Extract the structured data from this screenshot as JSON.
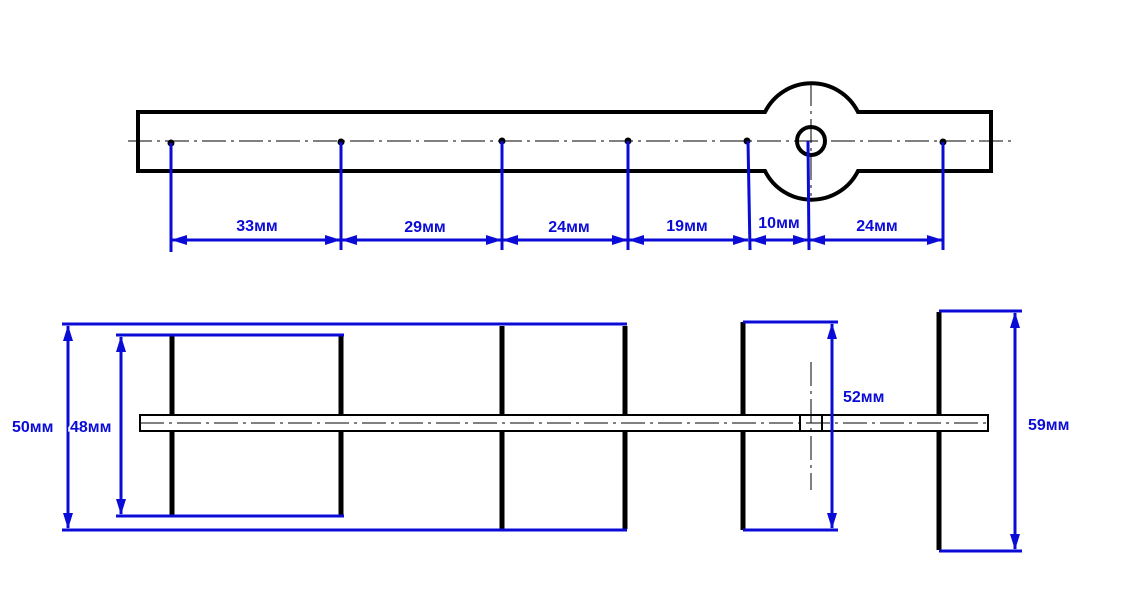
{
  "colors": {
    "dimension": "#0b0bd8",
    "outline": "#000000",
    "background": "#ffffff"
  },
  "top_view": {
    "dimensions": [
      "33мм",
      "29мм",
      "24мм",
      "19мм",
      "10мм",
      "24мм"
    ]
  },
  "bottom_view": {
    "dim_50": "50мм",
    "dim_48": "48мм",
    "dim_52": "52мм",
    "dim_59": "59мм"
  }
}
